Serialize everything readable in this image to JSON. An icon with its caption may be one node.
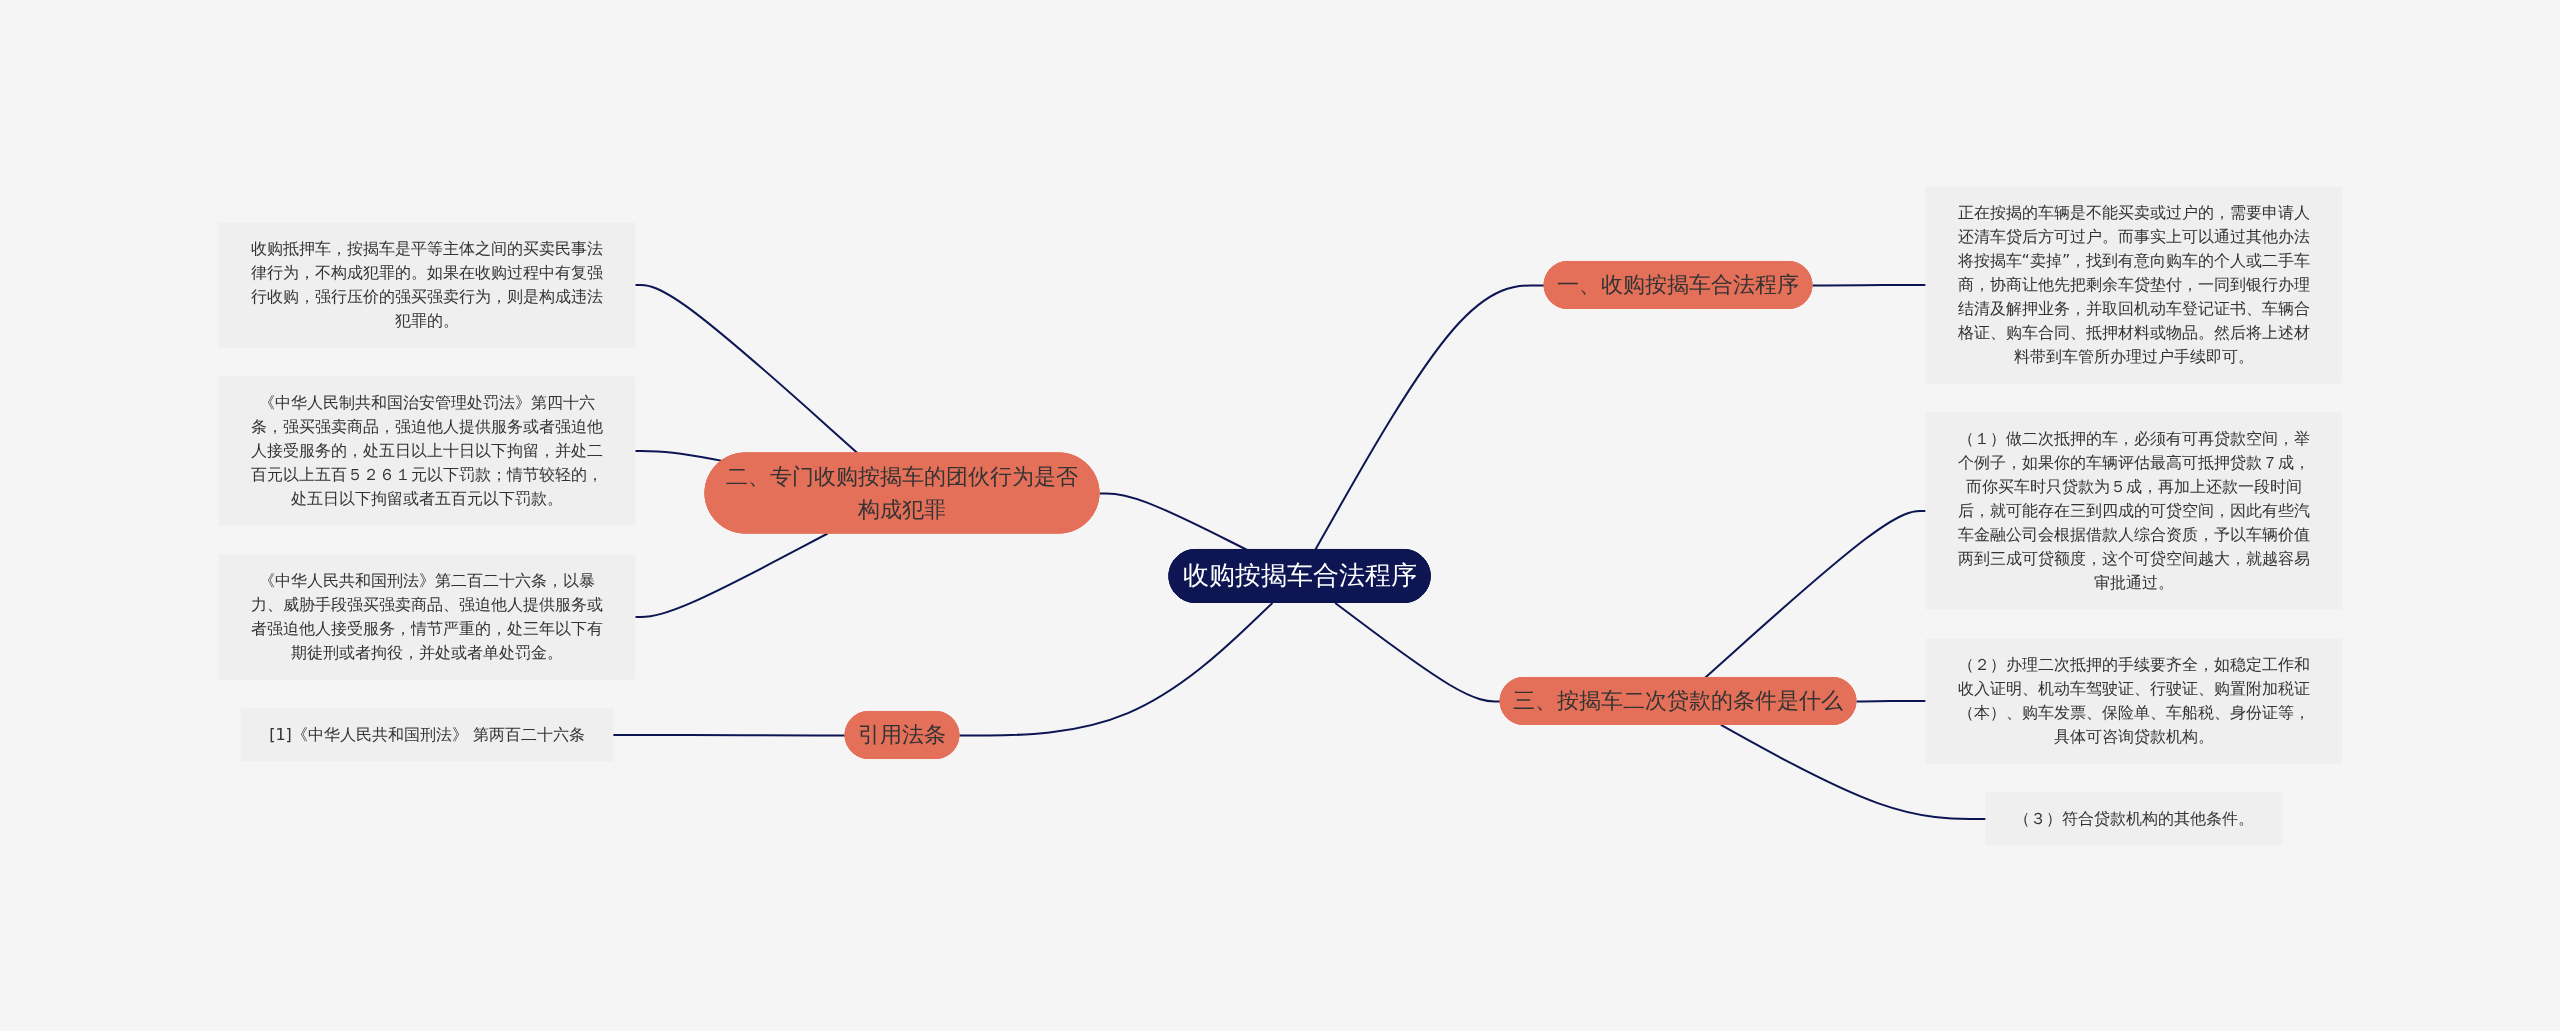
{
  "diagram": {
    "nodes": [
      {
        "text": [
          "收购按揭车合法程序"
        ]
      },
      {
        "text": [
          "一、收购按揭车合法程序"
        ]
      },
      {
        "text": [
          "正在按揭的车辆是不能买卖或过户的，需要申请人还清车贷后方可过户。而事实上可以通过其他办法将按揭车“卖掉”，找到有意向购车的个人或二手车商，协商让他先把剩余车贷垫付，一同到银行办理结清及解押业务，并取回机动车登记证书、车辆合格证、购车合同、抵押材料或物品。然后将上述材料带到车管所办理过户手续即可。"
        ]
      },
      {
        "text": [
          "三、按揭车二次贷款的条件是什么"
        ]
      },
      {
        "text": [
          "（１）做二次抵押的车，必须有可再贷款空间，举个例子，如果你的车辆评估最高可抵押贷款７成，而你买车时只贷款为５成，再加上还款一段时间后，就可能存在三到四成的可贷空间，因此有些汽车金融公司会根据借款人综合资质，予以车辆价值两到三成可贷额度，这个可贷空间越大，就越容易审批通过。"
        ]
      },
      {
        "text": [
          "（２）办理二次抵押的手续要齐全，如稳定工作和收入证明、机动车驾驶证、行驶证、购置附加税证（本）、购车发票、保险单、车船税、身份证等，具体可咨询贷款机构。"
        ]
      },
      {
        "text": [
          "（３）符合贷款机构的其他条件。"
        ]
      },
      {
        "text": [
          "二、专门收购按揭车的团伙行为是否构成犯罪"
        ]
      },
      {
        "text": [
          "收购抵押车，按揭车是平等主体之间的买卖民事法律行为，不构成犯罪的。如果在收购过程中有复强行收购，强行压价的强买强卖行为，则是构成违法犯罪的。"
        ]
      },
      {
        "text": [
          "《中华人民制共和国治安管理处罚法》第四十六条，强买强卖商品，强迫他人提供服务或者强迫他人接受服务的，处五日以上十日以下拘留，并处二百元以上五百５２６１元以下罚款；情节较轻的，处五日以下拘留或者五百元以下罚款。"
        ]
      },
      {
        "text": [
          "《中华人民共和国刑法》第二百二十六条，以暴力、威胁手段强买强卖商品、强迫他人提供服务或者强迫他人接受服务，情节严重的，处三年以下有期徒刑或者拘役，并处或者单处罚金。"
        ]
      },
      {
        "text": [
          "引用法条"
        ]
      },
      {
        "text": [
          "[1]《中华人民共和国刑法》 第两百二十六条"
        ]
      }
    ],
    "edges": [
      {
        "from": 0,
        "to": 1,
        "arrow": "none"
      },
      {
        "from": 1,
        "to": 2,
        "arrow": "none"
      },
      {
        "from": 0,
        "to": 3,
        "arrow": "none"
      },
      {
        "from": 3,
        "to": 4,
        "arrow": "none"
      },
      {
        "from": 3,
        "to": 5,
        "arrow": "none"
      },
      {
        "from": 3,
        "to": 6,
        "arrow": "none"
      },
      {
        "from": 8,
        "to": 7,
        "arrow": "none"
      },
      {
        "from": 9,
        "to": 7,
        "arrow": "none"
      },
      {
        "from": 10,
        "to": 7,
        "arrow": "none"
      },
      {
        "from": 7,
        "to": 0,
        "arrow": "none"
      },
      {
        "from": 12,
        "to": 11,
        "arrow": "none"
      },
      {
        "from": 11,
        "to": 0,
        "arrow": "none"
      }
    ]
  }
}
